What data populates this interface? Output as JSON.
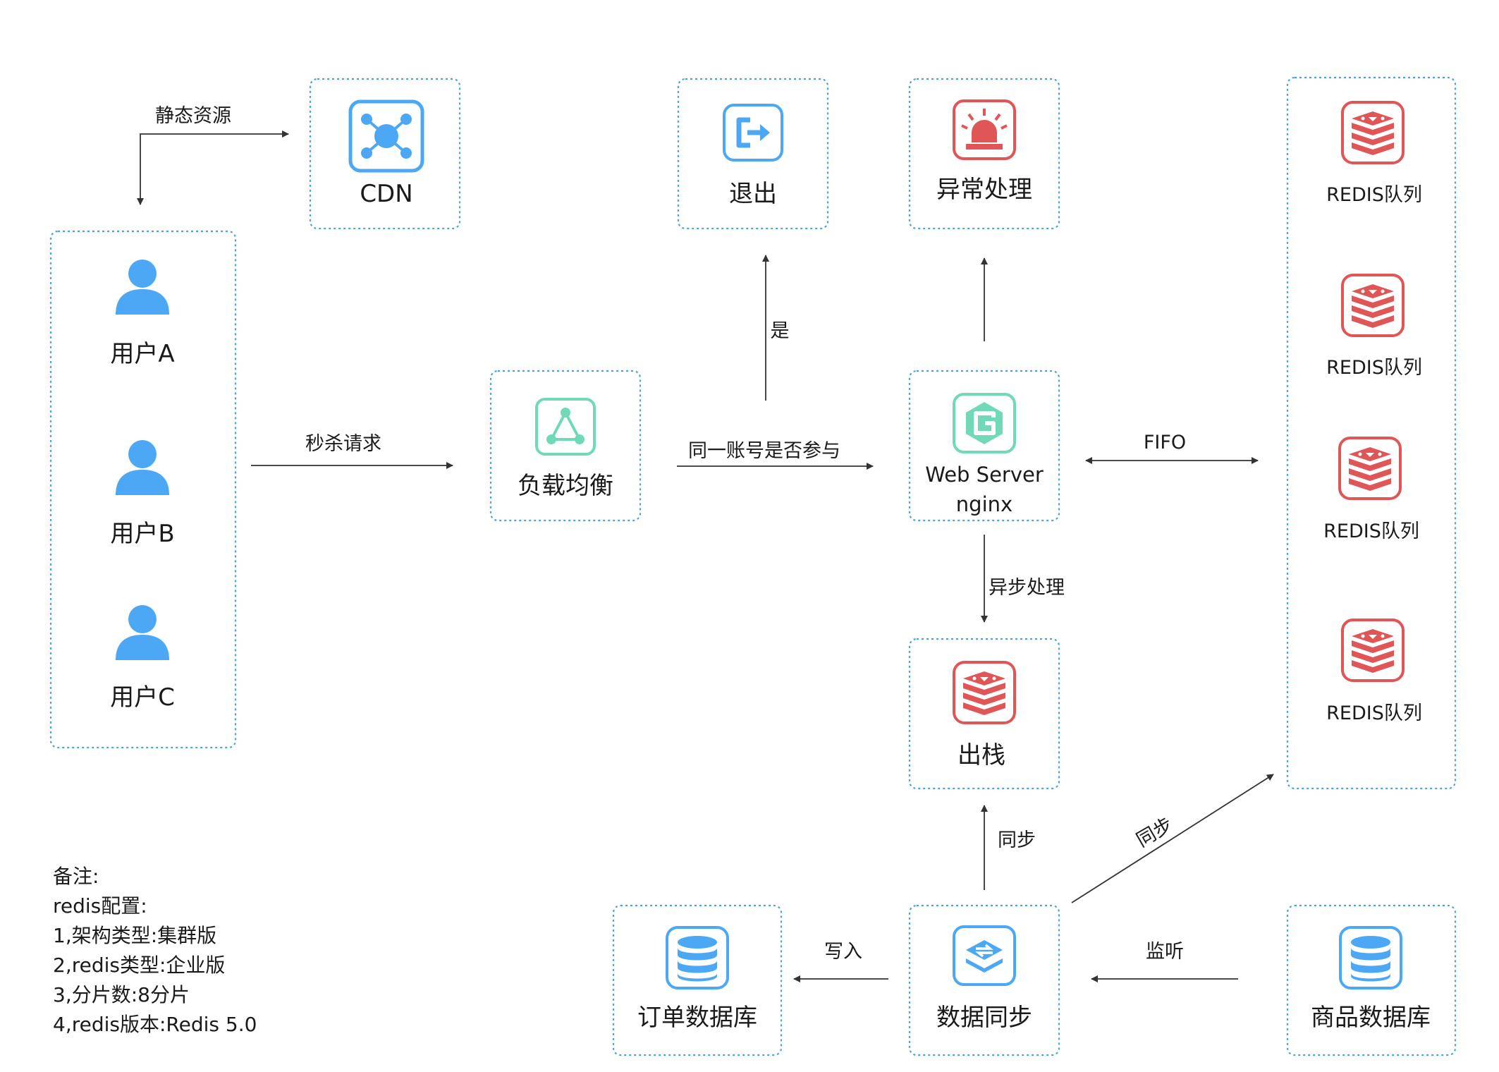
{
  "colors": {
    "blue": "#4ca8f5",
    "green": "#6fd9b8",
    "red": "#e05555",
    "box_border": "#4aa3e0"
  },
  "nodes": {
    "users": {
      "a": "用户A",
      "b": "用户B",
      "c": "用户C",
      "icon": "user-icon"
    },
    "cdn": {
      "label": "CDN",
      "icon": "network-hub-icon"
    },
    "lb": {
      "label": "负载均衡",
      "icon": "triangle-network-icon"
    },
    "exit": {
      "label": "退出",
      "icon": "exit-icon"
    },
    "exception": {
      "label": "异常处理",
      "icon": "alarm-icon"
    },
    "webserver": {
      "line1": "Web Server",
      "line2": "nginx",
      "icon": "nginx-g-icon"
    },
    "pop": {
      "label": "出栈",
      "icon": "redis-icon"
    },
    "redis_queues": [
      {
        "label": "REDIS队列"
      },
      {
        "label": "REDIS队列"
      },
      {
        "label": "REDIS队列"
      },
      {
        "label": "REDIS队列"
      }
    ],
    "datasync": {
      "label": "数据同步",
      "icon": "sync-layers-icon"
    },
    "order_db": {
      "label": "订单数据库",
      "icon": "database-icon"
    },
    "goods_db": {
      "label": "商品数据库",
      "icon": "database-icon"
    }
  },
  "edges": {
    "static": "静态资源",
    "seckill": "秒杀请求",
    "same_account": "同一账号是否参与",
    "yes": "是",
    "fifo": "FIFO",
    "async": "异步处理",
    "sync_up": "同步",
    "sync_diag": "同步",
    "write": "写入",
    "listen": "监听"
  },
  "notes": [
    "备注:",
    "redis配置:",
    "1,架构类型:集群版",
    "2,redis类型:企业版",
    "3,分片数:8分片",
    "4,redis版本:Redis 5.0"
  ]
}
